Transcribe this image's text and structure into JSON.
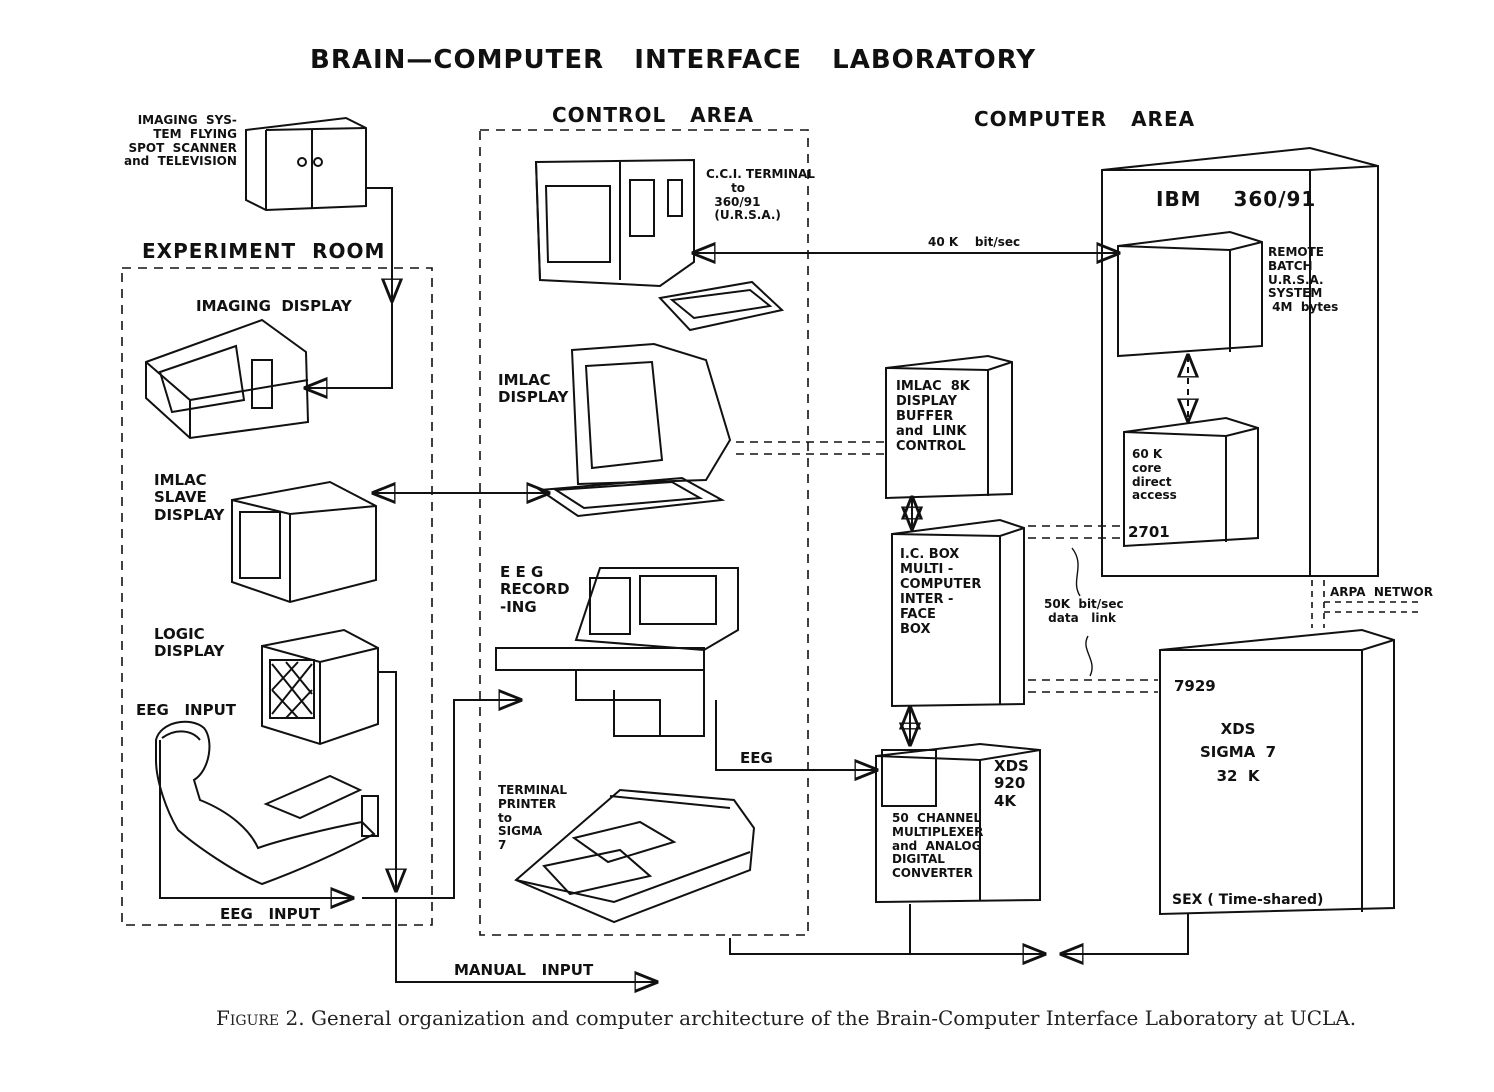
{
  "title": "BRAIN—COMPUTER   INTERFACE   LABORATORY",
  "areas": {
    "control": "CONTROL   AREA",
    "computer": "COMPUTER   AREA",
    "experiment": "EXPERIMENT  ROOM"
  },
  "labels": {
    "imaging_system": "IMAGING  SYS-\nTEM  FLYING\nSPOT  SCANNER\nand  TELEVISION",
    "imaging_display": "IMAGING  DISPLAY",
    "imlac_slave": "IMLAC\nSLAVE\nDISPLAY",
    "logic_display": "LOGIC\nDISPLAY",
    "eeg_input_top": "EEG   INPUT",
    "eeg_input_bottom": "EEG   INPUT",
    "cci_terminal": "C.C.I. TERMINAL\n      to\n  360/91\n  (U.R.S.A.)",
    "imlac_display": "IMLAC\nDISPLAY",
    "eeg_recording": "E E G\nRECORD\n-ING",
    "terminal_printer": "TERMINAL\nPRINTER\nto\nSIGMA\n7",
    "link_40k": "40 K    bit/sec",
    "ibm": "IBM    360/91",
    "remote_batch": "REMOTE\nBATCH\nU.R.S.A.\nSYSTEM\n 4M  bytes",
    "core_60k": "60 K\ncore\ndirect\naccess",
    "unit_2701": "2701",
    "imlac_8k": "IMLAC  8K\nDISPLAY\nBUFFER\nand  LINK\nCONTROL",
    "ic_box": "I.C. BOX\nMULTI -\nCOMPUTER\nINTER -\nFACE\nBOX",
    "link_50k": "50K  bit/sec\n data   link",
    "arpa": "ARPA  NETWOR",
    "xds_7929": "7929",
    "xds_sigma": "XDS\nSIGMA  7\n32  K",
    "sex": "SEX ( Time-shared)",
    "xds_920": "XDS\n920\n4K",
    "multiplexer": "50  CHANNEL\nMULTIPLEXER\nand  ANALOG\nDIGITAL\nCONVERTER",
    "eeg_line": "EEG",
    "manual_input": "MANUAL   INPUT"
  },
  "caption": {
    "figure": "Figure 2.",
    "text": " General organization and computer architecture of the Brain-Computer Interface Laboratory at UCLA."
  }
}
